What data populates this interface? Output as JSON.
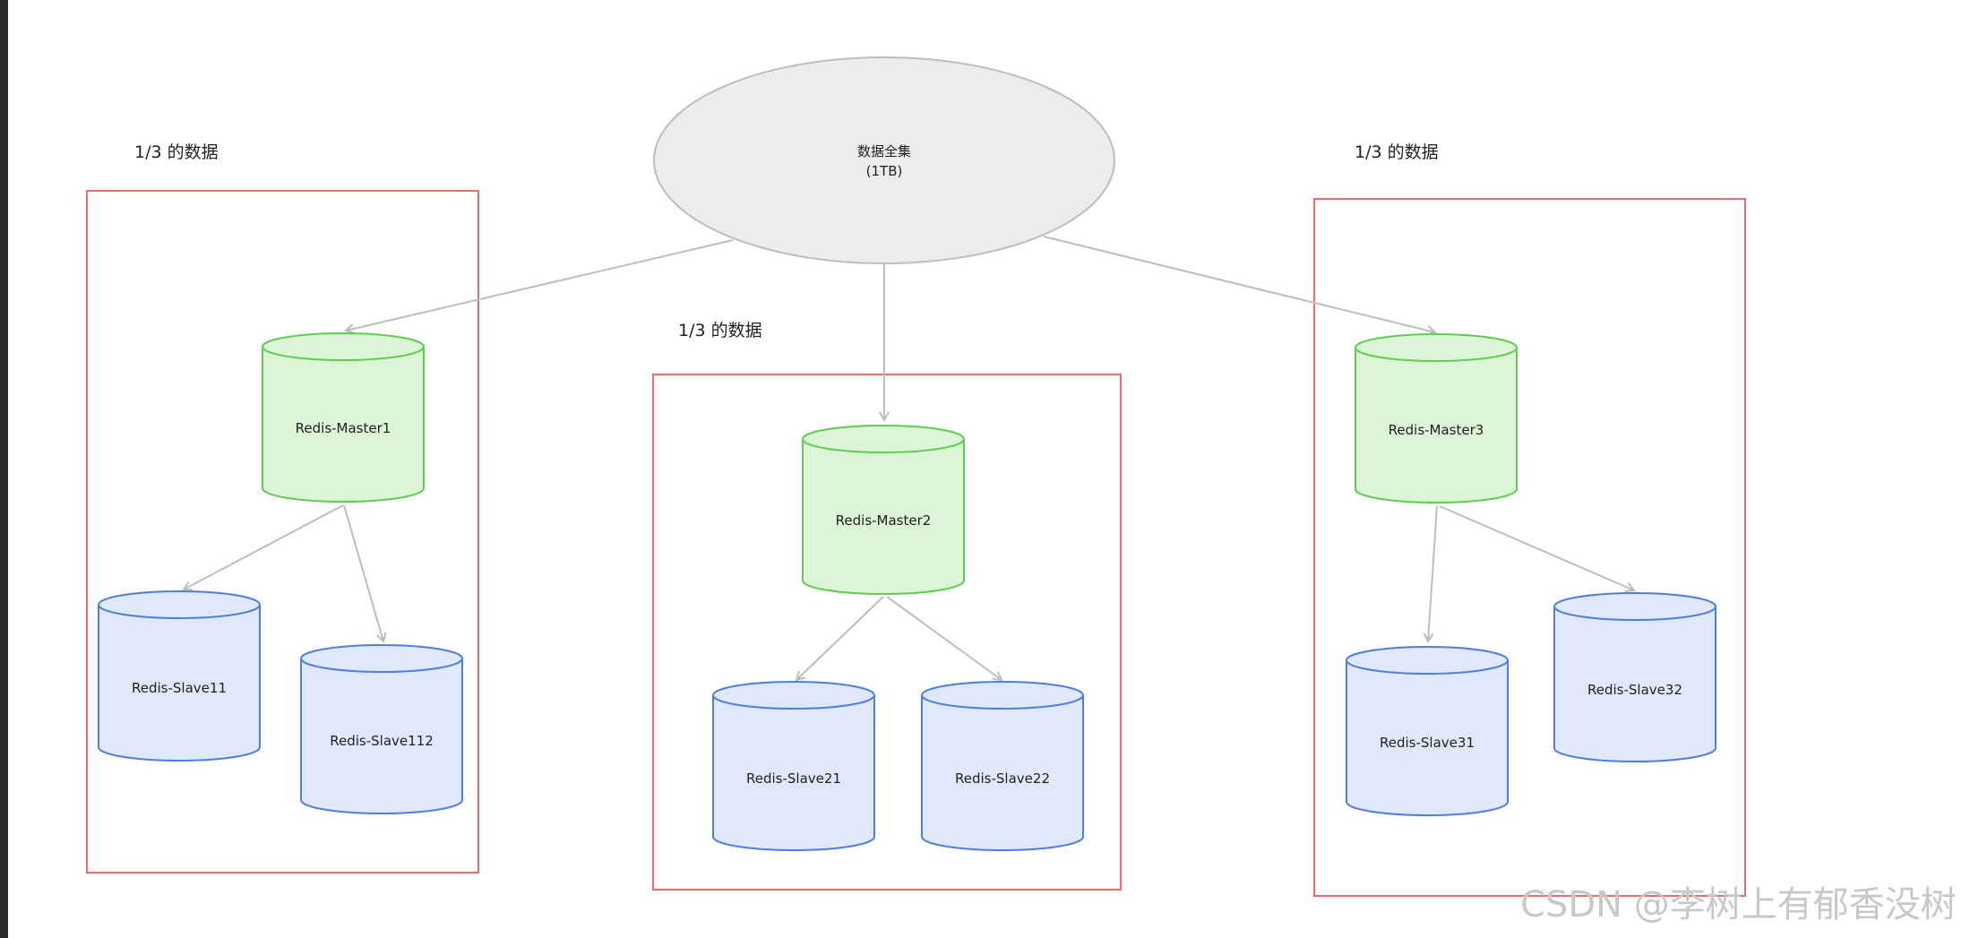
{
  "source": {
    "title": "数据全集",
    "size": "(1TB)"
  },
  "groups": [
    {
      "label": "1/3 的数据",
      "master": "Redis-Master1",
      "slaves": [
        "Redis-Slave11",
        "Redis-Slave112"
      ]
    },
    {
      "label": "1/3 的数据",
      "master": "Redis-Master2",
      "slaves": [
        "Redis-Slave21",
        "Redis-Slave22"
      ]
    },
    {
      "label": "1/3 的数据",
      "master": "Redis-Master3",
      "slaves": [
        "Redis-Slave31",
        "Redis-Slave32"
      ]
    }
  ],
  "watermark": "CSDN @李树上有郁香没树",
  "colors": {
    "group_border": "#f06a6a",
    "master_fill": "#dcf5d6",
    "master_stroke": "#5ccf4e",
    "slave_fill": "#e0e9fb",
    "slave_stroke": "#4e7de6",
    "edge": "#bdbdbd"
  }
}
